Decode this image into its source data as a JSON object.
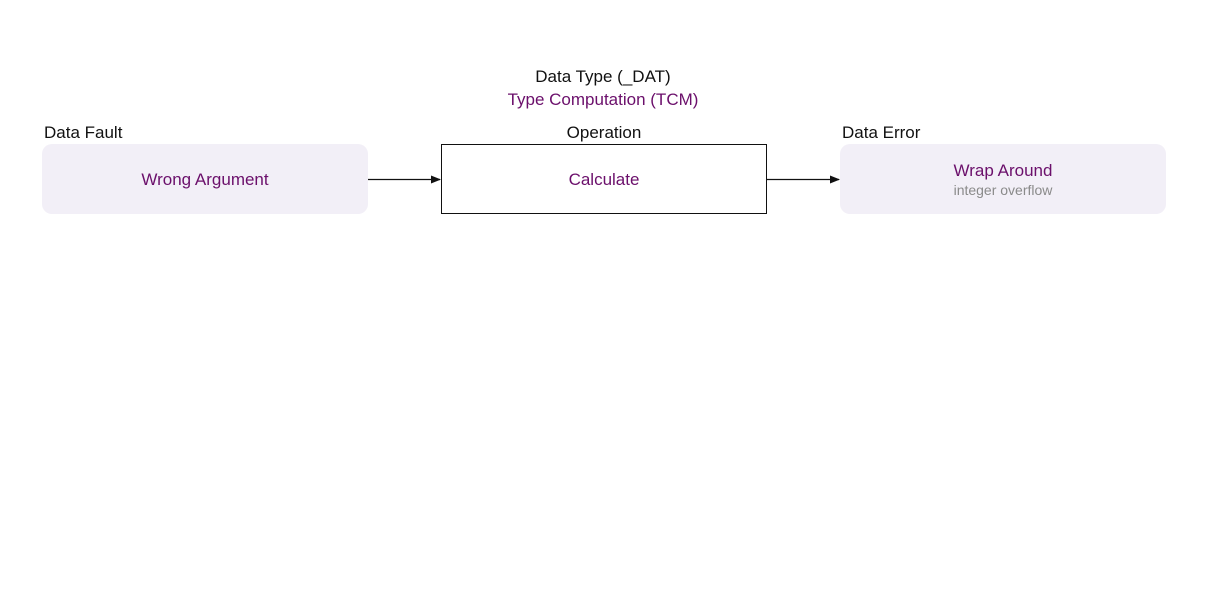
{
  "header": {
    "title": "Data Type (_DAT)",
    "subtitle": "Type Computation (TCM)"
  },
  "fault": {
    "label": "Data Fault",
    "title": "Wrong Argument"
  },
  "operation": {
    "label": "Operation",
    "title": "Calculate"
  },
  "error": {
    "label": "Data Error",
    "title": "Wrap Around",
    "subtitle": "integer overflow"
  },
  "colors": {
    "accent_text": "#6b0f6b",
    "box_fill": "#f2eff7",
    "muted_text": "#8a8a8a"
  }
}
